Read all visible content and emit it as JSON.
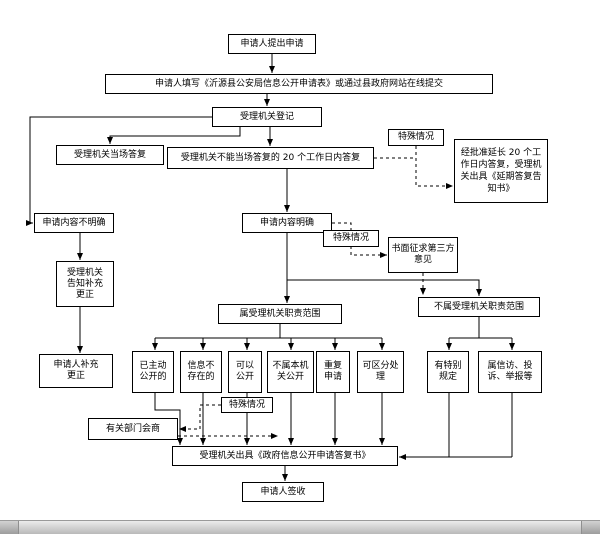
{
  "colors": {
    "line": "#000000",
    "box_border": "#000000",
    "background": "#ffffff"
  },
  "flowchart": {
    "nodes": {
      "submit": "申请人提出申请",
      "fill_form": "申请人填写《沂源县公安局信息公开申请表》或通过县政府网站在线提交",
      "register": "受理机关登记",
      "onspot_reply": "受理机关当场答复",
      "reply_20days": "受理机关不能当场答复的 20 个工作日内答复",
      "special_case_1": "特殊情况",
      "extension": "经批准延长 20 个工作日内答复，受理机关出具《延期答复告知书》",
      "unclear": "申请内容不明确",
      "clear": "申请内容明确",
      "special_case_2": "特殊情况",
      "third_party": "书面征求第三方意见",
      "notify_correction": "受理机关告知补充更正",
      "in_scope": "属受理机关职责范围",
      "out_scope": "不属受理机关职责范围",
      "applicant_correct": "申请人补充更正",
      "already_public": "已主动公开的",
      "not_exist": "信息不存在的",
      "can_public": "可以公开",
      "not_this_org": "不属本机关公开",
      "repeat_apply": "重复申请",
      "separable": "可区分处理",
      "special_rule": "有特别规定",
      "petition": "属信访、投诉、举报等",
      "special_case_3": "特殊情况",
      "consult": "有关部门会商",
      "issue_reply": "受理机关出具《政府信息公开申请答复书》",
      "sign_receipt": "申请人签收"
    }
  }
}
